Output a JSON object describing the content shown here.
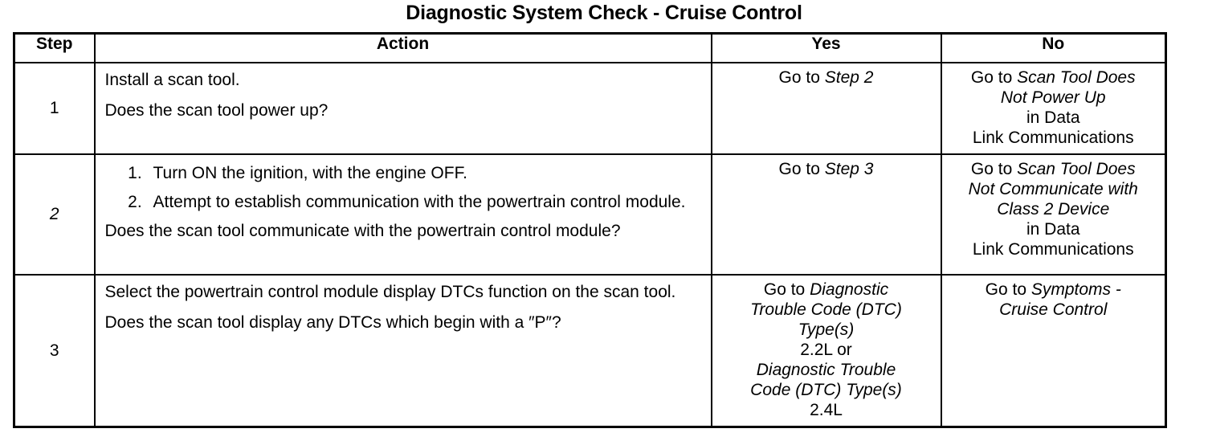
{
  "document": {
    "title": "Diagnostic System Check - Cruise Control"
  },
  "table": {
    "headers": {
      "step": "Step",
      "action": "Action",
      "yes": "Yes",
      "no": "No"
    },
    "rows": [
      {
        "step": "1",
        "step_italic": false,
        "action": {
          "paragraphs": [
            "Install a scan tool.",
            "Does the scan tool power up?"
          ],
          "list": []
        },
        "yes": {
          "lines": [
            {
              "text": "Go to ",
              "italic": false,
              "inline": true
            },
            {
              "text": "Step 2",
              "italic": true,
              "inline": true
            }
          ],
          "align": "bottom"
        },
        "no": {
          "lines": [
            {
              "text": "Go to ",
              "italic": false,
              "inline": true
            },
            {
              "text": "Scan Tool Does",
              "italic": true,
              "inline": true
            },
            {
              "text": "Not Power Up",
              "italic": true,
              "inline": false
            },
            {
              "text": "in Data",
              "italic": false,
              "inline": false
            },
            {
              "text": "Link Communications",
              "italic": false,
              "inline": false
            }
          ],
          "align": "top"
        }
      },
      {
        "step": "2",
        "step_italic": true,
        "action": {
          "paragraphs": [
            "Does the scan tool communicate with the powertrain control module?"
          ],
          "list": [
            "Turn ON the ignition, with the engine OFF.",
            "Attempt to establish communication with the powertrain control module."
          ]
        },
        "yes": {
          "lines": [
            {
              "text": "Go to ",
              "italic": false,
              "inline": true
            },
            {
              "text": "Step 3",
              "italic": true,
              "inline": true
            }
          ],
          "align": "bottom"
        },
        "no": {
          "lines": [
            {
              "text": "Go to ",
              "italic": false,
              "inline": true
            },
            {
              "text": "Scan Tool Does",
              "italic": true,
              "inline": true
            },
            {
              "text": "Not Communicate with",
              "italic": true,
              "inline": false
            },
            {
              "text": "Class 2 Device",
              "italic": true,
              "inline": false
            },
            {
              "text": "in Data",
              "italic": false,
              "inline": false
            },
            {
              "text": "Link Communications",
              "italic": false,
              "inline": false
            }
          ],
          "align": "top"
        }
      },
      {
        "step": "3",
        "step_italic": false,
        "action": {
          "paragraphs": [
            "Select the powertrain control module display DTCs function on the scan tool.",
            "Does the scan tool display any DTCs which begin with a ″P″?"
          ],
          "list": []
        },
        "yes": {
          "lines": [
            {
              "text": "Go to ",
              "italic": false,
              "inline": true
            },
            {
              "text": "Diagnostic",
              "italic": true,
              "inline": true
            },
            {
              "text": "Trouble Code (DTC)",
              "italic": true,
              "inline": false
            },
            {
              "text": "Type(s)",
              "italic": true,
              "inline": false
            },
            {
              "text": "2.2L or",
              "italic": false,
              "inline": false
            },
            {
              "text": "Diagnostic Trouble",
              "italic": true,
              "inline": false
            },
            {
              "text": "Code (DTC) Type(s)",
              "italic": true,
              "inline": false
            },
            {
              "text": "2.4L",
              "italic": false,
              "inline": false
            }
          ],
          "align": "top"
        },
        "no": {
          "lines": [
            {
              "text": "Go to ",
              "italic": false,
              "inline": true
            },
            {
              "text": "Symptoms -",
              "italic": true,
              "inline": true
            },
            {
              "text": "Cruise Control",
              "italic": true,
              "inline": false
            }
          ],
          "align": "middle"
        }
      }
    ]
  }
}
